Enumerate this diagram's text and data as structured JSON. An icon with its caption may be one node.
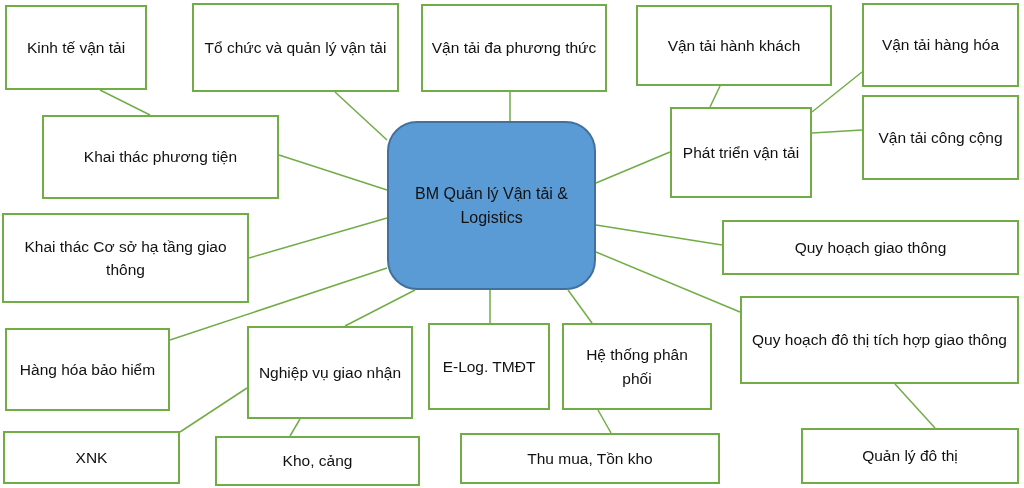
{
  "diagram": {
    "nodes": [
      {
        "text": [
          "BM Quản lý Vận tải & Logistics"
        ]
      },
      {
        "text": [
          "Kinh tế vận tải"
        ]
      },
      {
        "text": [
          "Tổ chức và quản lý vận tải"
        ]
      },
      {
        "text": [
          "Vận tải đa phương thức"
        ]
      },
      {
        "text": [
          "Vận tải hành khách"
        ]
      },
      {
        "text": [
          "Vận tải hàng hóa"
        ]
      },
      {
        "text": [
          "Khai thác phương tiện"
        ]
      },
      {
        "text": [
          "Phát triển vận tải"
        ]
      },
      {
        "text": [
          "Vận tải công cộng"
        ]
      },
      {
        "text": [
          "Khai thác Cơ sở hạ tầng giao thông"
        ]
      },
      {
        "text": [
          "Quy hoạch giao thông"
        ]
      },
      {
        "text": [
          "Quy hoạch đô thị tích hợp giao thông"
        ]
      },
      {
        "text": [
          "Hàng hóa bảo hiểm"
        ]
      },
      {
        "text": [
          "Nghiệp vụ giao nhận"
        ]
      },
      {
        "text": [
          "E-Log. TMĐT"
        ]
      },
      {
        "text": [
          "Hệ thống phân phối"
        ]
      },
      {
        "text": [
          "XNK"
        ]
      },
      {
        "text": [
          "Kho,  cảng"
        ]
      },
      {
        "text": [
          "Thu mua, Tồn kho"
        ]
      },
      {
        "text": [
          "Quản lý đô thị"
        ]
      }
    ],
    "edges": [
      {
        "from": 1,
        "to": 6,
        "arrow": "none"
      },
      {
        "from": 2,
        "to": 0,
        "arrow": "none"
      },
      {
        "from": 3,
        "to": 0,
        "arrow": "none"
      },
      {
        "from": 4,
        "to": 7,
        "arrow": "none"
      },
      {
        "from": 5,
        "to": 7,
        "arrow": "none"
      },
      {
        "from": 8,
        "to": 7,
        "arrow": "none"
      },
      {
        "from": 7,
        "to": 0,
        "arrow": "none"
      },
      {
        "from": 6,
        "to": 0,
        "arrow": "none"
      },
      {
        "from": 9,
        "to": 0,
        "arrow": "none"
      },
      {
        "from": 10,
        "to": 0,
        "arrow": "none"
      },
      {
        "from": 11,
        "to": 0,
        "arrow": "none"
      },
      {
        "from": 12,
        "to": 0,
        "arrow": "none"
      },
      {
        "from": 13,
        "to": 0,
        "arrow": "none"
      },
      {
        "from": 14,
        "to": 0,
        "arrow": "none"
      },
      {
        "from": 15,
        "to": 0,
        "arrow": "none"
      },
      {
        "from": 16,
        "to": 13,
        "arrow": "none"
      },
      {
        "from": 17,
        "to": 13,
        "arrow": "none"
      },
      {
        "from": 18,
        "to": 15,
        "arrow": "none"
      },
      {
        "from": 19,
        "to": 11,
        "arrow": "none"
      }
    ]
  }
}
